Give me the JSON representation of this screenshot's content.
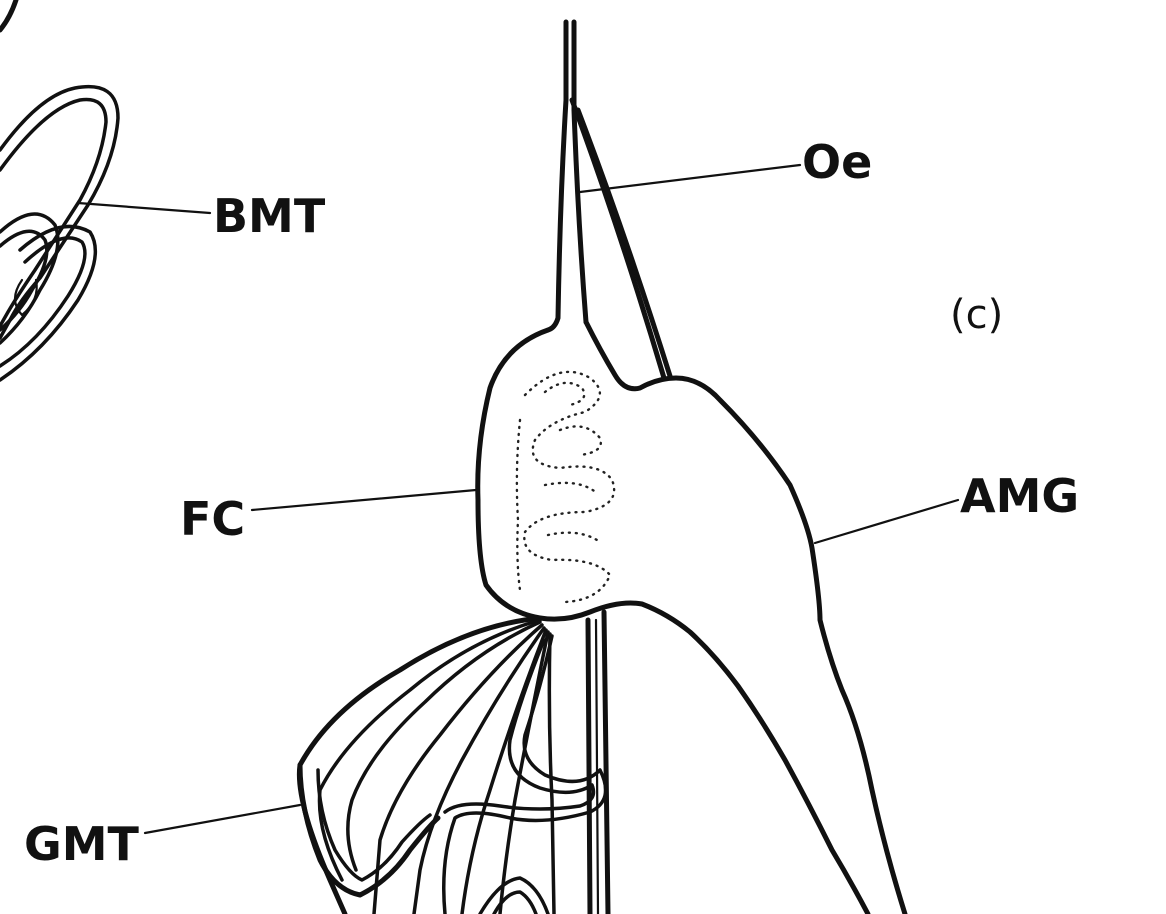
{
  "labels": {
    "bmt": "BMT",
    "oe": "Oe",
    "panel": "(c)",
    "fc": "FC",
    "amg": "AMG",
    "gmt": "GMT"
  }
}
